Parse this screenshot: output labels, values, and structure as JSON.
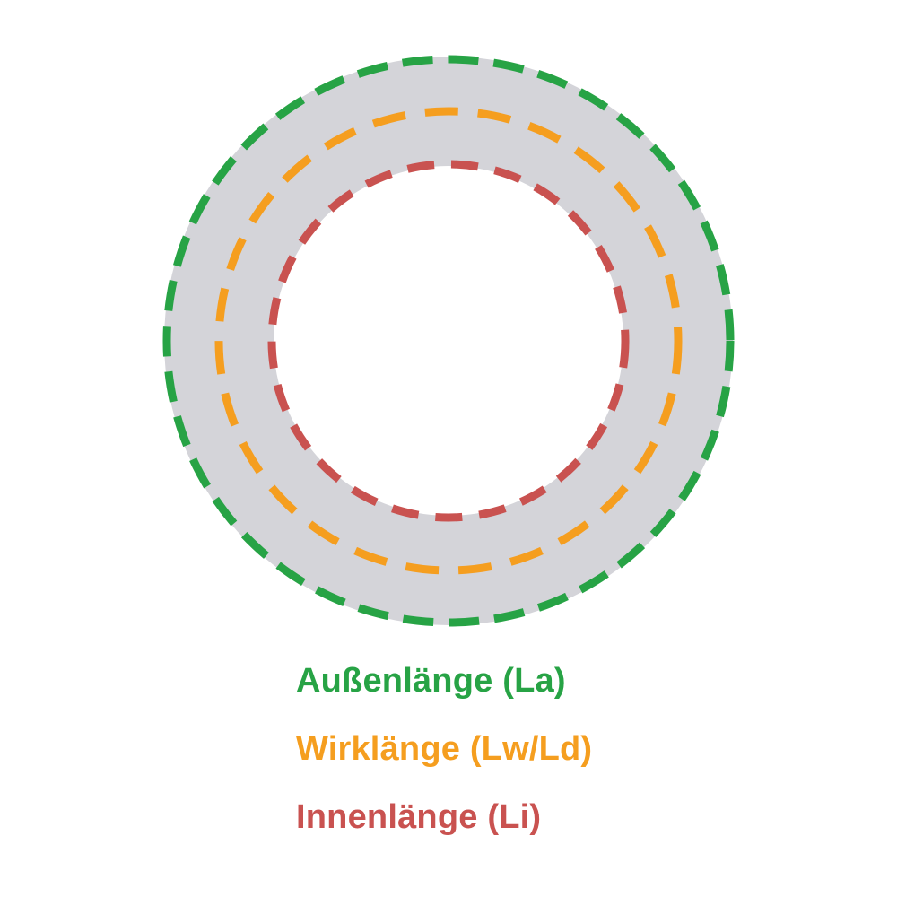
{
  "page": {
    "background_color": "#ffffff"
  },
  "diagram": {
    "description": "V-belt length measurement diagram with three dashed concentric circles on a gray belt ring",
    "ring_color": "#d4d4d9",
    "outer": {
      "label": "Außenlänge (La)",
      "color": "#27a345",
      "line_style": "dashed"
    },
    "middle": {
      "label": "Wirklänge (Lw/Ld)",
      "color": "#f59e1f",
      "line_style": "dashed"
    },
    "inner": {
      "label": "Innenlänge (Li)",
      "color": "#c95250",
      "line_style": "dashed"
    }
  }
}
